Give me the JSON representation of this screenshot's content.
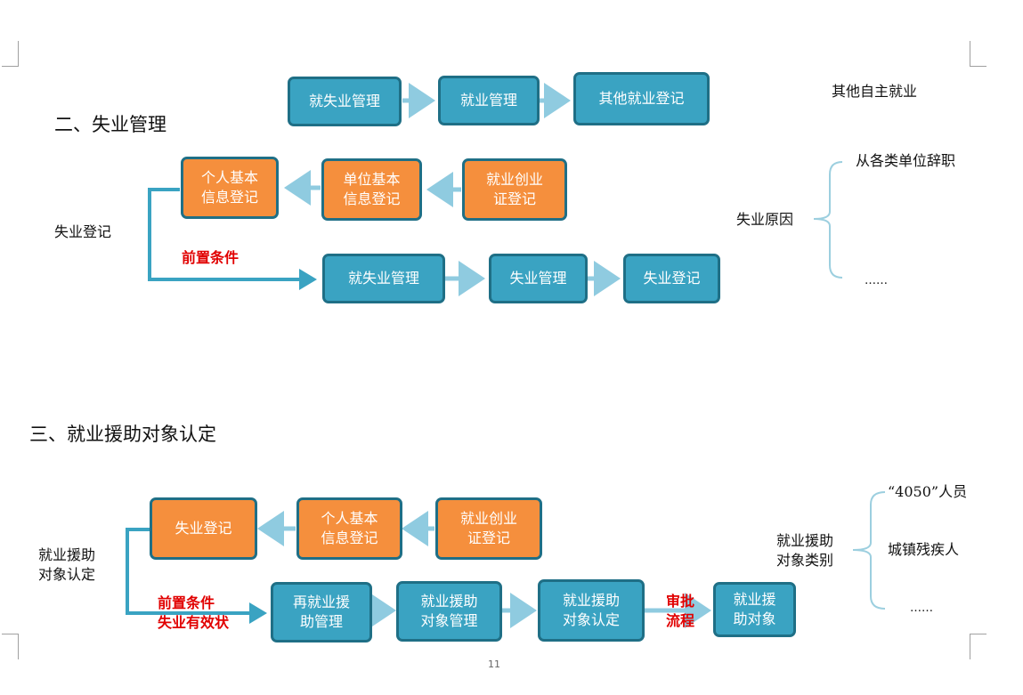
{
  "page_number": "11",
  "top_chain": [
    "就失业管理",
    "就业管理",
    "其他就业登记"
  ],
  "top_right_text": "其他自主就业",
  "section2": {
    "heading": "二、失业管理",
    "left_label": "失业登记",
    "upper_row": [
      "个人基本\n信息登记",
      "单位基本\n信息登记",
      "就业创业\n证登记"
    ],
    "condition": "前置条件",
    "lower_row": [
      "就失业管理",
      "失业管理",
      "失业登记"
    ],
    "reason_label": "失业原因",
    "reasons": [
      "从各类单位辞职",
      "……"
    ]
  },
  "section3": {
    "heading": "三、就业援助对象认定",
    "left_label": "就业援助\n对象认定",
    "upper_row": [
      "失业登记",
      "个人基本\n信息登记",
      "就业创业\n证登记"
    ],
    "condition": "前置条件\n失业有效状",
    "lower_row": [
      "再就业援\n助管理",
      "就业援助\n对象管理",
      "就业援助\n对象认定"
    ],
    "approval": "审批\n流程",
    "final_box": "就业援\n助对象",
    "category_label": "就业援助\n对象类别",
    "categories": [
      "“4050”人员",
      "城镇残疾人",
      "……"
    ]
  },
  "colors": {
    "box_blue": "#3aa3c2",
    "box_orange": "#f58f3d",
    "box_border": "#1f6f86",
    "arrow": "#8fcbe0",
    "bracket": "#9ccfdf",
    "condition_red": "#e10000"
  }
}
